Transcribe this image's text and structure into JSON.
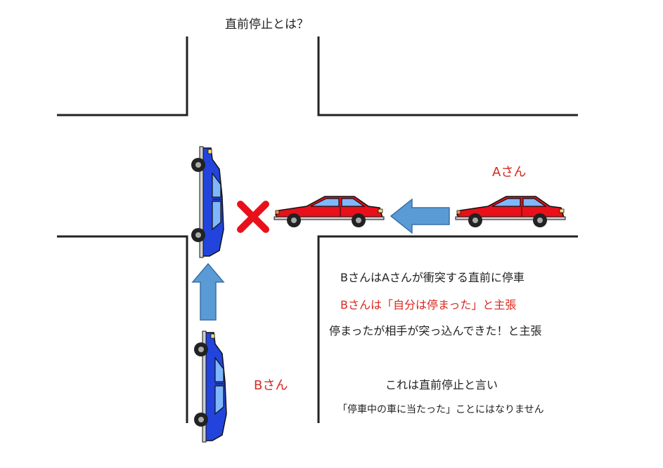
{
  "title": "直前停止とは？",
  "labels": {
    "car_a": "Aさん",
    "car_b": "Bさん"
  },
  "explanation": {
    "line1": "BさんはAさんが衝突する直前に停車",
    "line2": "Bさんは「自分は停まった」と主張",
    "line3": "停まったが相手が突っ込んできた！と主張",
    "line4": "これは直前停止と言い",
    "line5": "「停車中の車に当たった」ことにはなりません"
  },
  "colors": {
    "road_line": "#222222",
    "car_a_body": "#e8101a",
    "car_b_body": "#2244dd",
    "arrow": "#5b9bd5",
    "collision_mark": "#e8101a",
    "emphasis_text": "#d8281e"
  },
  "icons": [
    "collision-x-icon",
    "arrow-left-icon",
    "arrow-up-icon"
  ]
}
